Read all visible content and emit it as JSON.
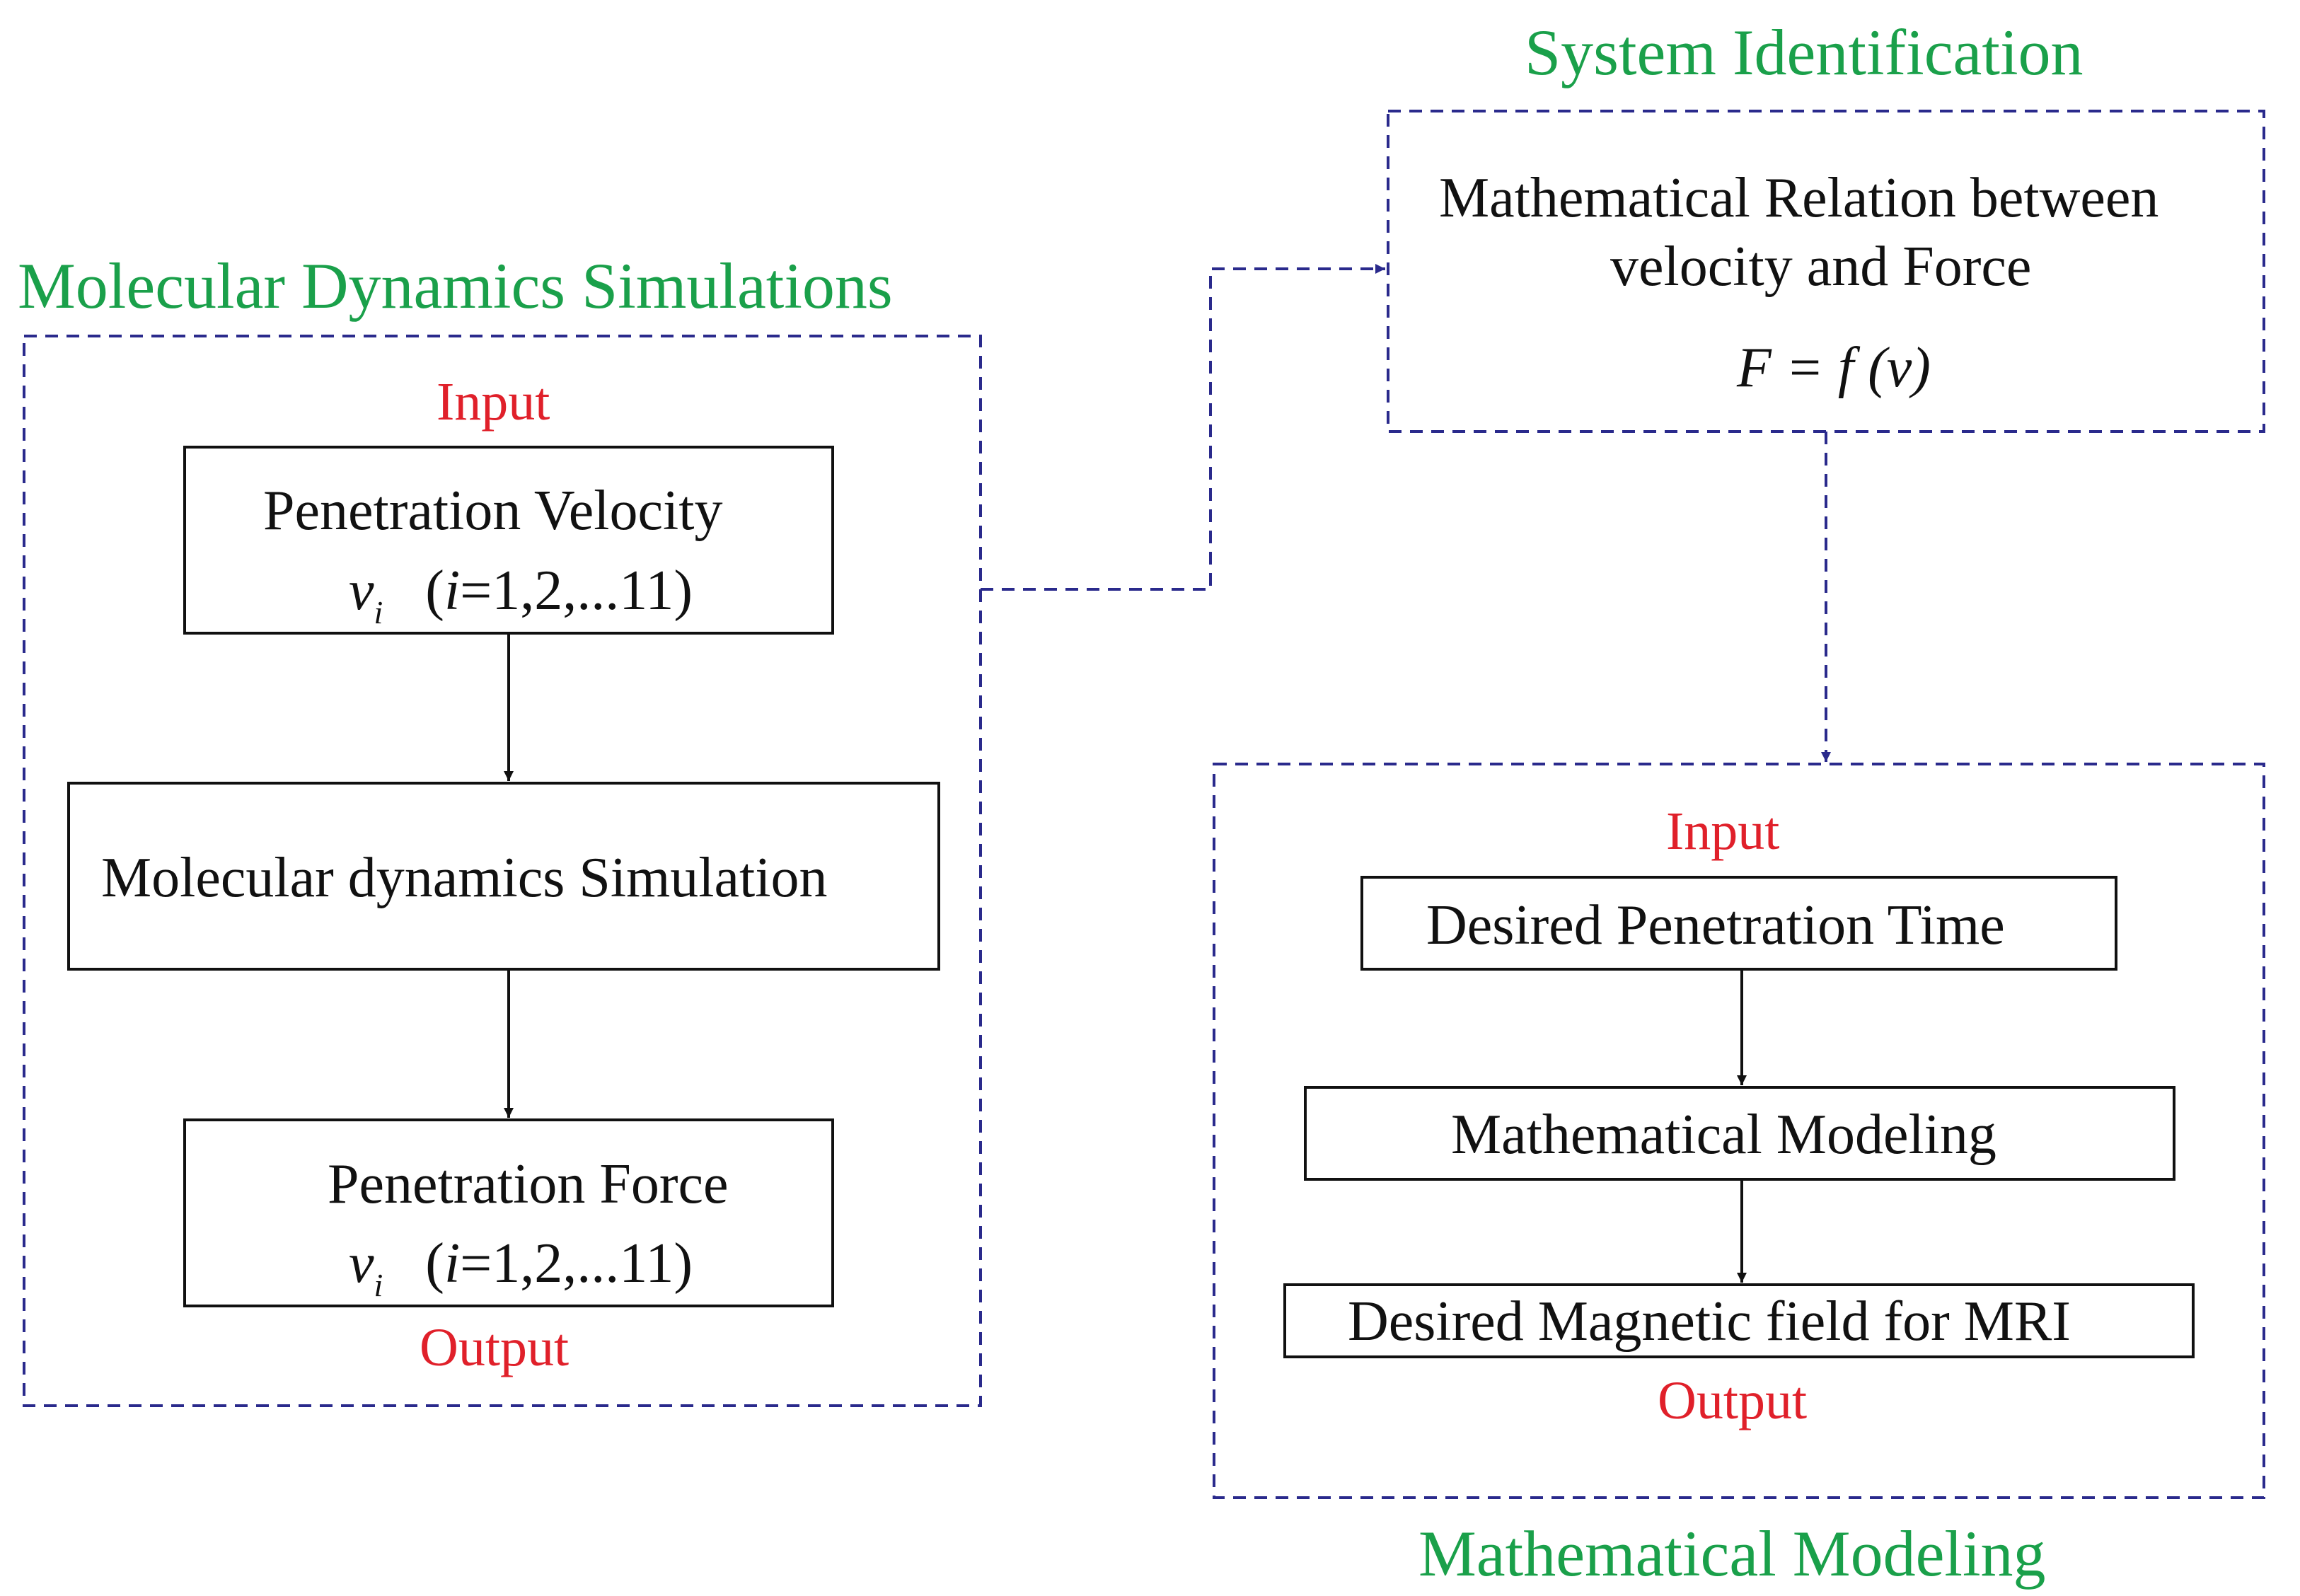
{
  "sections": {
    "md": {
      "title": "Molecular Dynamics Simulations"
    },
    "sysid": {
      "title": "System Identification"
    },
    "mm": {
      "title": "Mathematical Modeling"
    }
  },
  "md": {
    "input_label": "Input",
    "output_label": "Output",
    "box1": {
      "line1": "Penetration Velocity",
      "var": "v",
      "sub": "i",
      "index_open": "(",
      "index_var": "i",
      "index_rest": "=1,2,...11)"
    },
    "box2": {
      "text": "Molecular dynamics Simulation"
    },
    "box3": {
      "line1": "Penetration Force",
      "var": "v",
      "sub": "i",
      "index_open": "(",
      "index_var": "i",
      "index_rest": "=1,2,...11)"
    }
  },
  "sysid": {
    "line1": "Mathematical Relation between",
    "line2": "velocity and Force",
    "formula": "F = f (v)"
  },
  "mm": {
    "input_label": "Input",
    "output_label": "Output",
    "box1": "Desired Penetration Time",
    "box2": "Mathematical Modeling",
    "box3": "Desired Magnetic field for MRI"
  },
  "colors": {
    "section_title": "#1aa04a",
    "io_label": "#e0202a",
    "dashed_frame": "#2a2a8c",
    "box_border": "#111111"
  }
}
